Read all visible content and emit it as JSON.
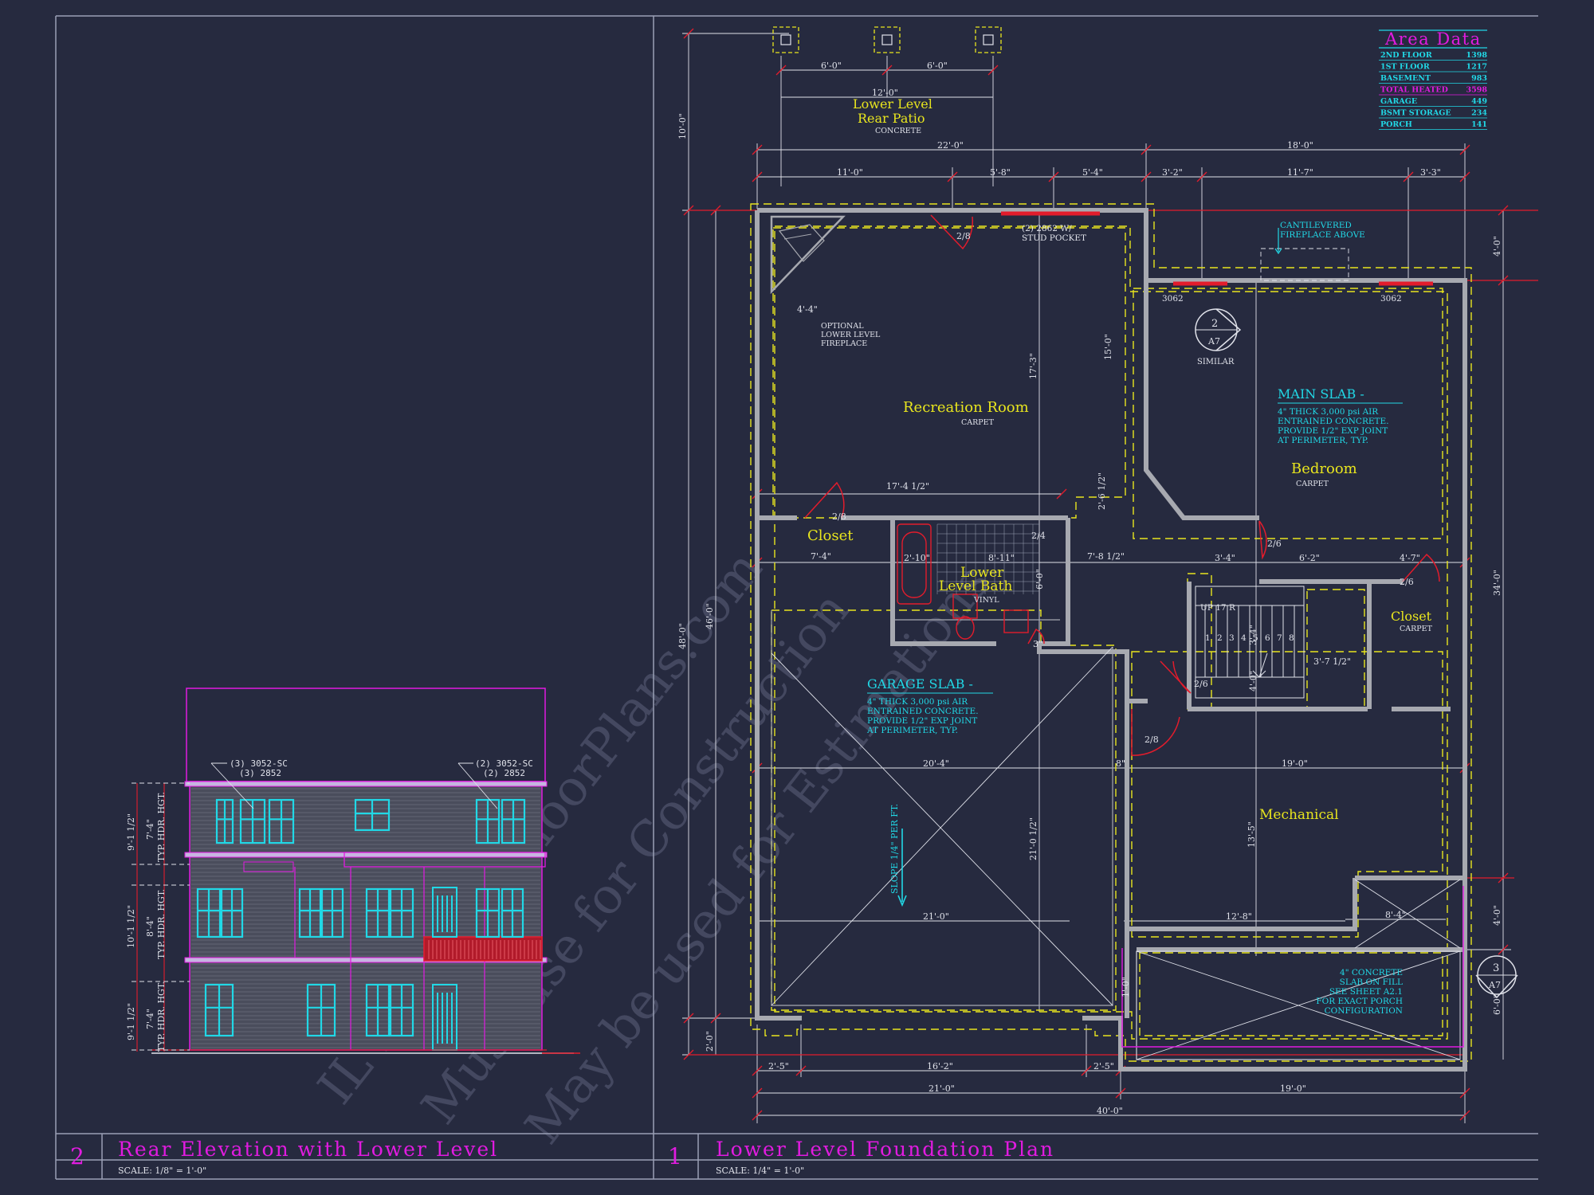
{
  "colors": {
    "background": "#262a3f",
    "frame": "#9aa0b6",
    "wall": "#a7a9b0",
    "dimension": "#e0e2ea",
    "red": "#e21c2c",
    "yellow": "#e8e51e",
    "cyan": "#21d8e6",
    "magenta": "#e11be0",
    "watermark": "#4a4e66"
  },
  "watermark": {
    "line1": "IL MyHomeFloorPlans.com",
    "line2": "Must use for Construction",
    "line3": "May be used for Estimations"
  },
  "area_data": {
    "title": "Area Data",
    "rows": [
      {
        "label": "2ND FLOOR",
        "value": "1398"
      },
      {
        "label": "1ST FLOOR",
        "value": "1217"
      },
      {
        "label": "BASEMENT",
        "value": "983"
      },
      {
        "label": "TOTAL HEATED",
        "value": "3598"
      },
      {
        "label": "GARAGE",
        "value": "449"
      },
      {
        "label": "BSMT STORAGE",
        "value": "234"
      },
      {
        "label": "PORCH",
        "value": "141"
      }
    ]
  },
  "title_blocks": {
    "elevation": {
      "number": "2",
      "title": "Rear Elevation with Lower Level",
      "scale": "SCALE: 1/8\" = 1'-0\""
    },
    "plan": {
      "number": "1",
      "title": "Lower Level Foundation Plan",
      "scale": "SCALE: 1/4\" = 1'-0\""
    }
  },
  "elevation_notes": {
    "left_callout": [
      "(3) 3052-SC",
      "(3) 2852"
    ],
    "right_callout": [
      "(2) 3052-SC",
      "(2) 2852"
    ],
    "heights": [
      {
        "dim": "9'-1 1/2\"",
        "hdr": "7'-4\"",
        "label": "TYP. HDR. HGT."
      },
      {
        "dim": "10'-1 1/2\"",
        "hdr": "8'-4\"",
        "label": "TYP. HDR. HGT."
      },
      {
        "dim": "9'-1 1/2\"",
        "hdr": "7'-4\"",
        "label": "TYP. HDR. HGT."
      }
    ]
  },
  "rooms": {
    "patio": {
      "line1": "Lower Level",
      "line2": "Rear Patio",
      "finish": "CONCRETE"
    },
    "recreation": {
      "name": "Recreation Room",
      "finish": "CARPET"
    },
    "bedroom": {
      "name": "Bedroom",
      "finish": "CARPET"
    },
    "closet_left": {
      "name": "Closet"
    },
    "bath": {
      "line1": "Lower",
      "line2": "Level Bath",
      "finish": "VINYL"
    },
    "closet_right": {
      "name": "Closet",
      "finish": "CARPET"
    },
    "mechanical": {
      "name": "Mechanical"
    }
  },
  "notes": {
    "main_slab": {
      "title": "MAIN SLAB -",
      "lines": [
        "4\" THICK 3,000 psi AIR",
        "ENTRAINED CONCRETE.",
        "PROVIDE 1/2\" EXP JOINT",
        "AT PERIMETER, TYP."
      ]
    },
    "garage_slab": {
      "title": "GARAGE SLAB -",
      "lines": [
        "4\" THICK 3,000 psi AIR",
        "ENTRAINED CONCRETE.",
        "PROVIDE 1/2\" EXP JOINT",
        "AT PERIMETER, TYP."
      ]
    },
    "porch_slab": [
      "4\" CONCRETE",
      "SLAB ON FILL",
      "SEE SHEET A2.1",
      "FOR EXACT PORCH",
      "CONFIGURATION"
    ],
    "cantilever": [
      "CANTILEVERED",
      "FIREPLACE ABOVE"
    ],
    "fireplace": [
      "OPTIONAL",
      "LOWER LEVEL",
      "FIREPLACE"
    ],
    "header": [
      "(2) 2862 W/",
      "STUD POCKET"
    ],
    "slope": "SLOPE 1/4\" PER FT.",
    "similar": "SIMILAR",
    "window_left": "3062",
    "window_right": "3062",
    "stair": "UP 17 R",
    "stair_numbers": [
      "1",
      "2",
      "3",
      "4",
      "5",
      "6",
      "7",
      "8"
    ]
  },
  "section_markers": [
    {
      "num": "2",
      "sheet": "A7"
    },
    {
      "num": "3",
      "sheet": "A7"
    }
  ],
  "dimensions": {
    "top": [
      "6'-0\"",
      "6'-0\"",
      "12'-0\"",
      "22'-0\"",
      "18'-0\"",
      "11'-0\"",
      "5'-8\"",
      "5'-4\"",
      "3'-2\"",
      "11'-7\"",
      "3'-3\""
    ],
    "left": [
      "10'-0\"",
      "48'-0\"",
      "46'-0\"",
      "2'-0\""
    ],
    "right": [
      "4'-0\"",
      "34'-0\"",
      "4'-0\"",
      "6'-0\""
    ],
    "bottom": [
      "2'-5\"",
      "16'-2\"",
      "2'-5\"",
      "21'-0\"",
      "19'-0\"",
      "40'-0\""
    ],
    "interior": [
      "17'-4 1/2\"",
      "7'-4\"",
      "2'-10\"",
      "8'-11\"",
      "7'-8 1/2\"",
      "3'-4\"",
      "6'-2\"",
      "4'-7\"",
      "20'-4\"",
      "19'-0\"",
      "21'-0\"",
      "12'-8\"",
      "8'-4\"",
      "17'-3\"",
      "15'-0\"",
      "2'-6 1/2\"",
      "21'-0 1/2\"",
      "13'-5\"",
      "4'-4\"",
      "3'-7 1/2\"",
      "6'-0\"",
      "3'-4\"",
      "4'-0\"",
      "1'-0\"",
      "8\"",
      "3\""
    ],
    "doors": [
      "2/8",
      "2/8",
      "2/4",
      "2/6",
      "2/6",
      "2/6",
      "2/8"
    ]
  }
}
